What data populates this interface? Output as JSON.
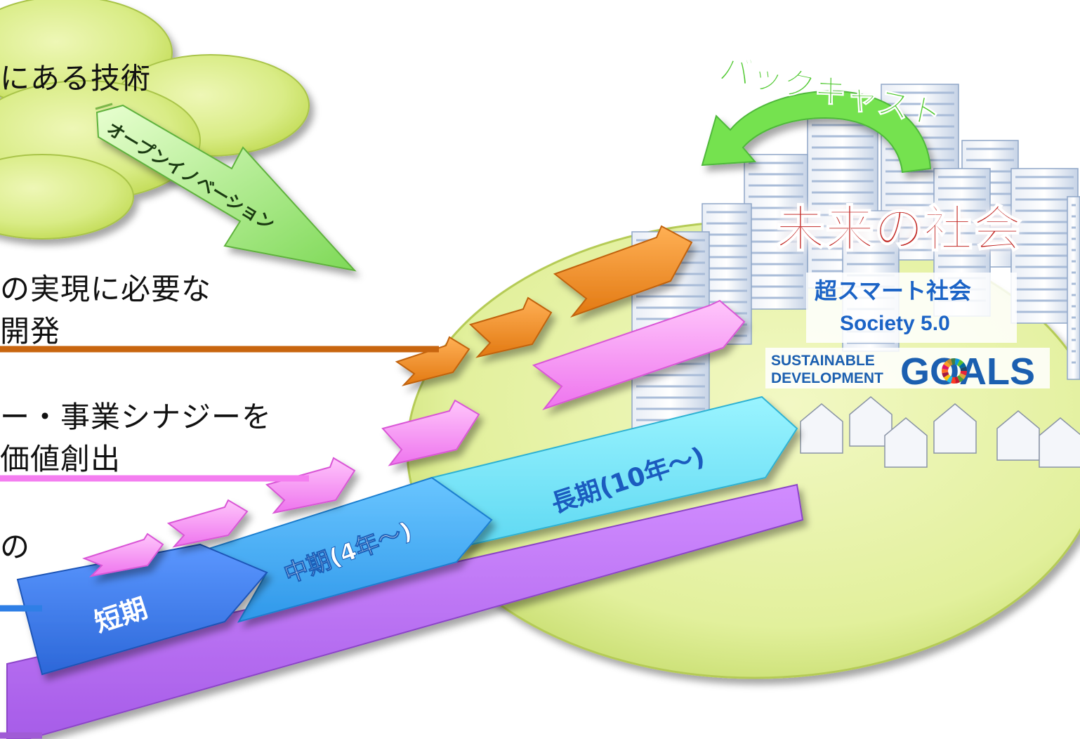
{
  "top_left": {
    "tech_label": "にある技術",
    "open_innovation": "オープンイノベーション"
  },
  "left_texts": {
    "line1a": "の実現に必要な",
    "line1b": "開発",
    "line2a": "ー・事業シナジーを",
    "line2b": "価値創出",
    "line3": "の"
  },
  "backcast": "バックキャスト",
  "future": {
    "title": "未来の社会",
    "sub1": "超スマート社会",
    "sub2": "Society 5.0",
    "sdg_left_1": "SUSTAINABLE",
    "sdg_left_2": "DEVELOPMENT",
    "sdg_goals": "GOALS"
  },
  "phases": {
    "short": "短期",
    "mid": "中期(4年～)",
    "long": "長期(10年～)"
  },
  "colors": {
    "orange_line": "#c8650f",
    "pink_line": "#f47ef0",
    "blue_line": "#2f7fe6",
    "purple_line": "#a05bd6",
    "backcast_green": "#6fe04a",
    "title_red": "#c0201f",
    "society_blue": "#1b63c6"
  }
}
